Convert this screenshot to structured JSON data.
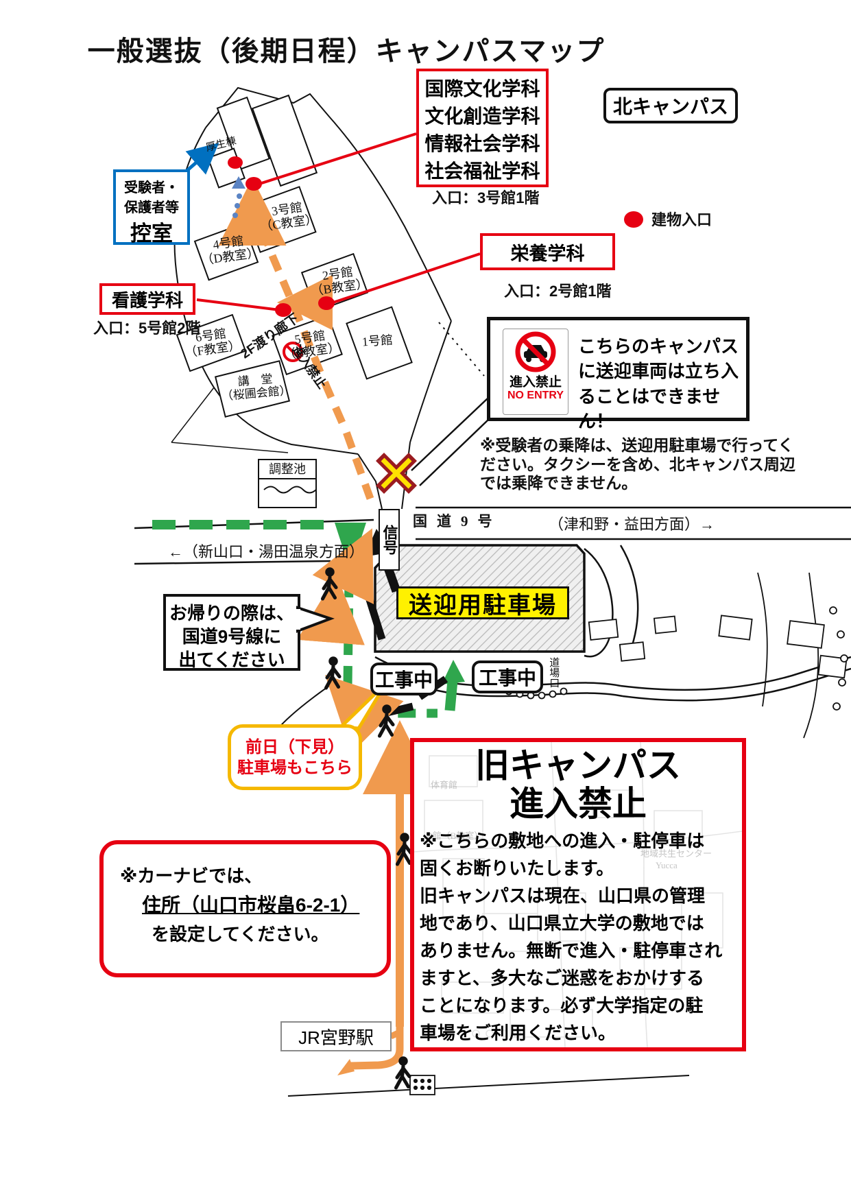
{
  "page": {
    "title": "一般選抜（後期日程）キャンパスマップ"
  },
  "badges": {
    "north_campus": "北キャンパス"
  },
  "legend": {
    "building_entrance": "建物入口"
  },
  "callouts": {
    "departments": {
      "lines": [
        "国際文化学科",
        "文化創造学科",
        "情報社会学科",
        "社会福祉学科"
      ],
      "entrance": "入口：3号館1階"
    },
    "nutrition": {
      "label": "栄養学科",
      "entrance": "入口：2号館1階"
    },
    "nursing": {
      "label": "看護学科",
      "entrance": "入口：5号館2階"
    },
    "waiting_room": {
      "lines": [
        "受験者・",
        "保護者等"
      ],
      "title": "控室"
    }
  },
  "buildings": {
    "kousei": "厚生棟",
    "no3": "3号館",
    "no3_room": "（C教室）",
    "no4": "4号館",
    "no4_room": "（D教室）",
    "no2": "2号館",
    "no2_room": "（B教室）",
    "no6": "6号館",
    "no6_room": "（F教室）",
    "no5": "5号館",
    "no5_room": "（E教室）",
    "no1": "1号館",
    "auditorium": "講　堂",
    "auditorium_sub": "（桜圃会館）",
    "pond": "調整池",
    "dojo": "道場口"
  },
  "route_labels": {
    "corridor": "2F渡り廊下",
    "no_entry_path": "進入禁止"
  },
  "no_entry_sign": {
    "jp": "進入禁止",
    "en": "NO ENTRY",
    "message": "こちらのキャンパスに送迎車両は立ち入ることはできません！"
  },
  "notes": {
    "boarding": "※受験者の乗降は、送迎用駐車場で行ってください。タクシーを含め、北キャンパス周辺では乗降できません。"
  },
  "road": {
    "signal": "信号",
    "route9": "国道9号",
    "to_left": "←（新山口・湯田温泉方面）",
    "to_right": "（津和野・益田方面）→"
  },
  "parking": {
    "label": "送迎用駐車場"
  },
  "speech": {
    "return_note_lines": [
      "お帰りの際は、",
      "国道9号線に",
      "出てください"
    ],
    "previous_day_lines": [
      "前日（下見）",
      "駐車場もこちら"
    ]
  },
  "construction": {
    "label": "工事中"
  },
  "old_campus": {
    "title_line1": "旧キャンパス",
    "title_line2": "進入禁止",
    "body": "※こちらの敷地への進入・駐停車は\n固くお断りいたします。\n旧キャンパスは現在、山口県の管理\n地であり、山口県立大学の敷地では\nありません。無断で進入・駐停車され\nますと、多大なご迷惑をおかけする\nことになります。必ず大学指定の駐\n車場をご利用ください。",
    "bg_labels": [
      "体育館",
      "B館（B教室）",
      "地域共生センター",
      "Yucca"
    ]
  },
  "navi": {
    "line1": "※カーナビでは、",
    "line2": "住所（山口市桜畠6-2-1）",
    "line3": "を設定してください。"
  },
  "station": {
    "label": "JR宮野駅"
  },
  "colors": {
    "red": "#e60012",
    "blue": "#0070c0",
    "orange": "#f09a4e",
    "green": "#2fa64d",
    "yellow": "#fff100",
    "gold": "#f5b800",
    "dark_red": "#9a1b20",
    "x_yellow": "#ffe100"
  }
}
